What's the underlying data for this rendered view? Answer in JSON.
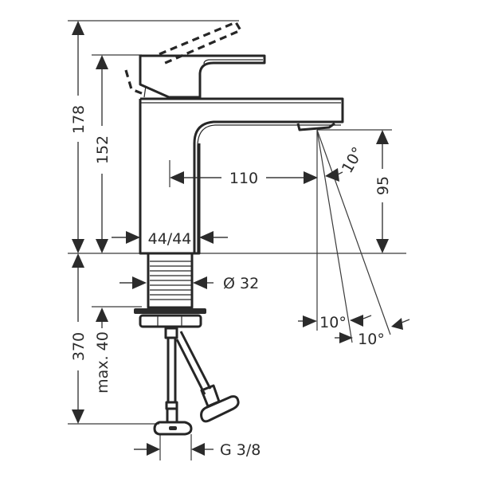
{
  "drawing": {
    "subject": "Single lever basin mixer faucet dimension drawing",
    "line_color": "#2b2b2b",
    "background": "#ffffff"
  },
  "dimensions": {
    "total_height": "178",
    "body_height": "152",
    "spout_height": "95",
    "spout_projection": "110",
    "base_size": "44/44",
    "shank_diameter": "Ø 32",
    "below_counter": "370",
    "max_counter_thickness": "max. 40",
    "connection_thread": "G 3/8",
    "spray_angle_top": "10°",
    "spray_angle_bottom_left": "10°",
    "spray_angle_bottom_right": "10°"
  }
}
